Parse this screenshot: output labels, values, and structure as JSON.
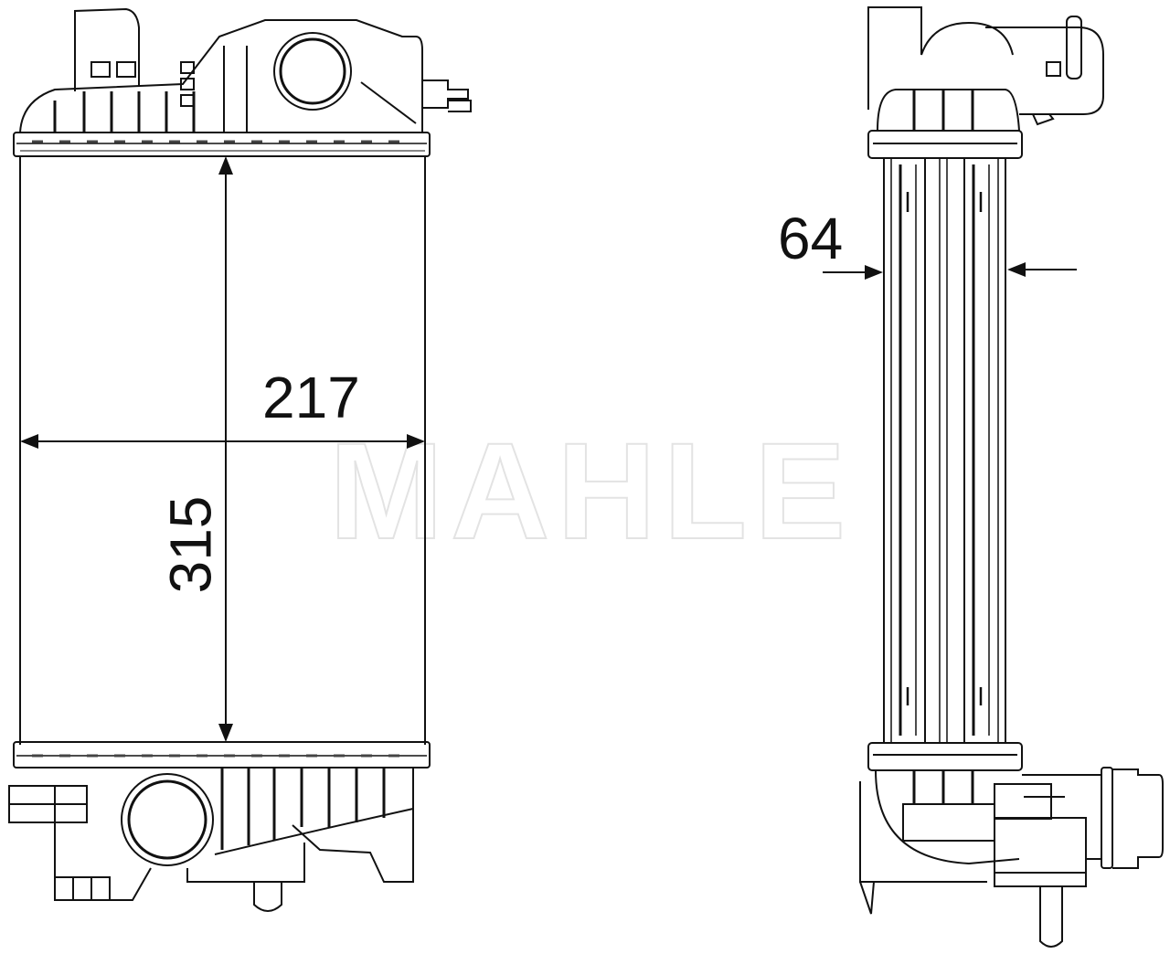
{
  "diagram": {
    "type": "technical-drawing",
    "subject": "charge air cooler (intercooler)",
    "views": [
      {
        "name": "front-view",
        "dimensions": {
          "width_mm": "217",
          "height_mm": "315"
        }
      },
      {
        "name": "side-view",
        "dimensions": {
          "depth_mm": "64"
        }
      }
    ],
    "watermark": "MAHLE",
    "colors": {
      "line": "#111111",
      "watermark": "#e3e3e3",
      "background": "#ffffff"
    }
  },
  "labels": {
    "width": "217",
    "height": "315",
    "depth": "64",
    "watermark": "MAHLE"
  }
}
